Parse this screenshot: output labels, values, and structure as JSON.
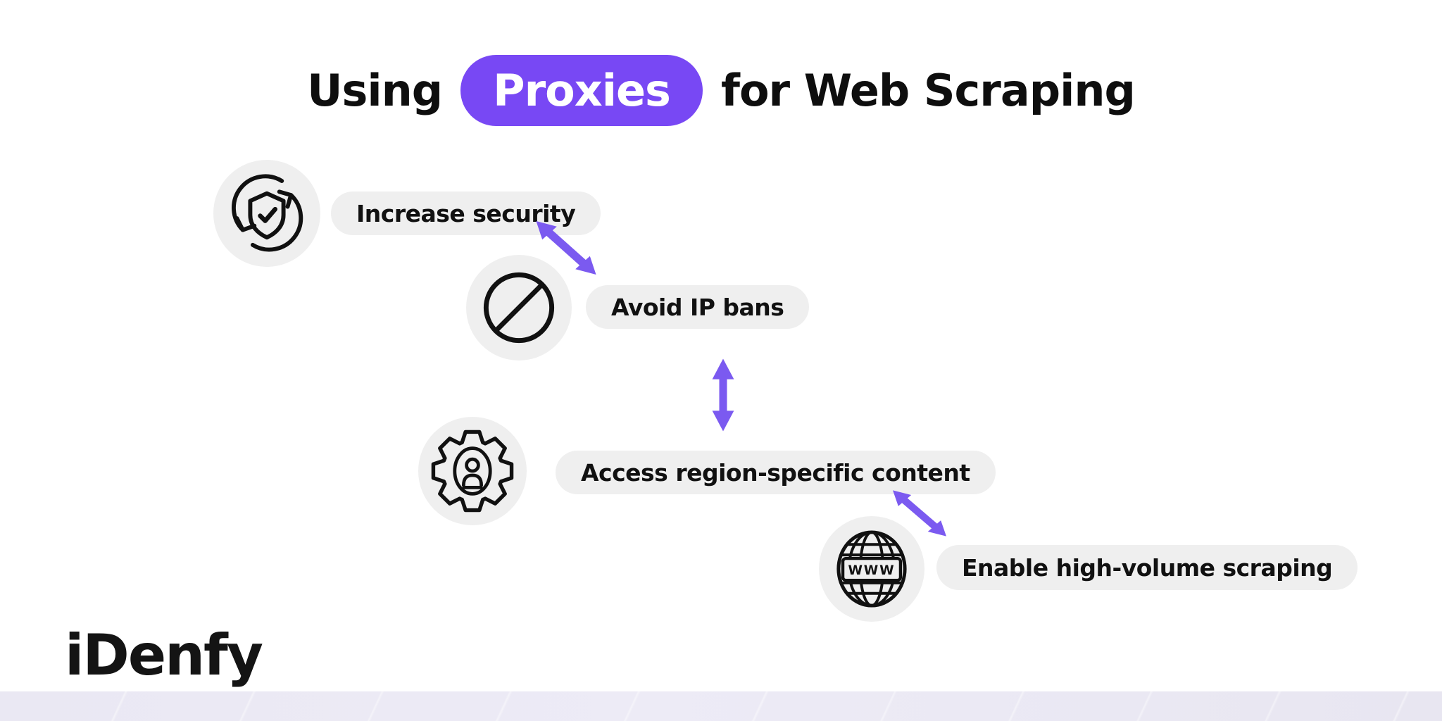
{
  "title": {
    "prefix": "Using",
    "highlight": "Proxies",
    "suffix": "for Web Scraping"
  },
  "items": [
    {
      "icon": "shield-refresh-icon",
      "label": "Increase security"
    },
    {
      "icon": "no-entry-icon",
      "label": "Avoid IP bans"
    },
    {
      "icon": "gear-user-icon",
      "label": "Access region-specific content"
    },
    {
      "icon": "globe-www-icon",
      "label": "Enable high-volume scraping"
    }
  ],
  "globe": {
    "www": "WWW"
  },
  "logo": {
    "text": "iDenfy"
  },
  "colors": {
    "accent": "#7848F4",
    "arrow": "#7B5AF0",
    "pill_bg": "#EFEFEF",
    "text": "#111111",
    "footer_band": "#EAE8F3",
    "background": "#FFFFFF"
  }
}
